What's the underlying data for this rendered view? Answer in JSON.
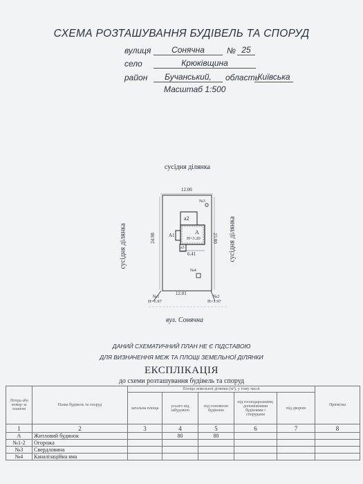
{
  "header": {
    "title": "СХЕМА РОЗТАШУВАННЯ БУДІВЕЛЬ ТА СПОРУД",
    "street_label": "вулиця",
    "street_value": "Сонячна",
    "number_label": "№",
    "number_value": "25",
    "village_label": "село",
    "village_value": "Крюківщина",
    "district_label": "район",
    "district_value": "Бучанський,",
    "oblast_label": "область",
    "oblast_value": "Київська",
    "scale": "Масштаб 1:500"
  },
  "plan": {
    "neighbor_top": "сусідня ділянка",
    "neighbor_left": "сусідня ділянка",
    "neighbor_right": "сусідня ділянка",
    "street": "вул. Сонячна",
    "dim_top": "12.00",
    "dim_left": "24.98",
    "dim_right": "25.00",
    "dim_bottom": "12.01",
    "dim_house_width": "6.41",
    "building_a": "А",
    "building_a_height": "Н=3.20",
    "building_a2": "а2",
    "building_a3": "а3",
    "building_a1": "А1",
    "marker_3": "№3",
    "marker_4": "№4",
    "marker_1": "№1",
    "marker_1_height": "Н=1.97",
    "marker_2": "№2",
    "marker_2_height": "Н=1.97"
  },
  "notes": {
    "line1": "ДАНИЙ СХЕМАТИЧНИЙ ПЛАН НЕ Є ПІДСТАВОЮ",
    "line2": "ДЛЯ ВИЗНАЧЕННЯ МЕЖ ТА ПЛОЩІ ЗЕМЕЛЬНОЇ ДІЛЯНКИ"
  },
  "explication": {
    "title": "ЕКСПЛІКАЦІЯ",
    "subtitle": "до схеми розташування будівель та споруд",
    "headers": {
      "col1": "Літера або номер за планом",
      "col2": "Назва будівель та споруд",
      "area_group": "Площа земельної ділянки (м²), у тому числі",
      "col3": "загальна площа",
      "col4": "усього під забудовою",
      "col5": "під основною будівлею",
      "col6": "під господарськими, допоміжними будівлями і спорудами",
      "col7": "під двором",
      "col8": "Примітка"
    },
    "col_numbers": [
      "1",
      "2",
      "3",
      "4",
      "5",
      "6",
      "7",
      "8"
    ],
    "rows": [
      {
        "letter": "А",
        "name": "Житловий будинок",
        "total": "",
        "built": "80",
        "main": "80",
        "aux": "",
        "yard": "",
        "note": ""
      },
      {
        "letter": "№1-2",
        "name": "Огорожа",
        "total": "",
        "built": "",
        "main": "",
        "aux": "",
        "yard": "",
        "note": ""
      },
      {
        "letter": "№3",
        "name": "Свердловина",
        "total": "",
        "built": "",
        "main": "",
        "aux": "",
        "yard": "",
        "note": ""
      },
      {
        "letter": "№4",
        "name": "Каналізаційна яма",
        "total": "",
        "built": "",
        "main": "",
        "aux": "",
        "yard": "",
        "note": ""
      }
    ]
  }
}
